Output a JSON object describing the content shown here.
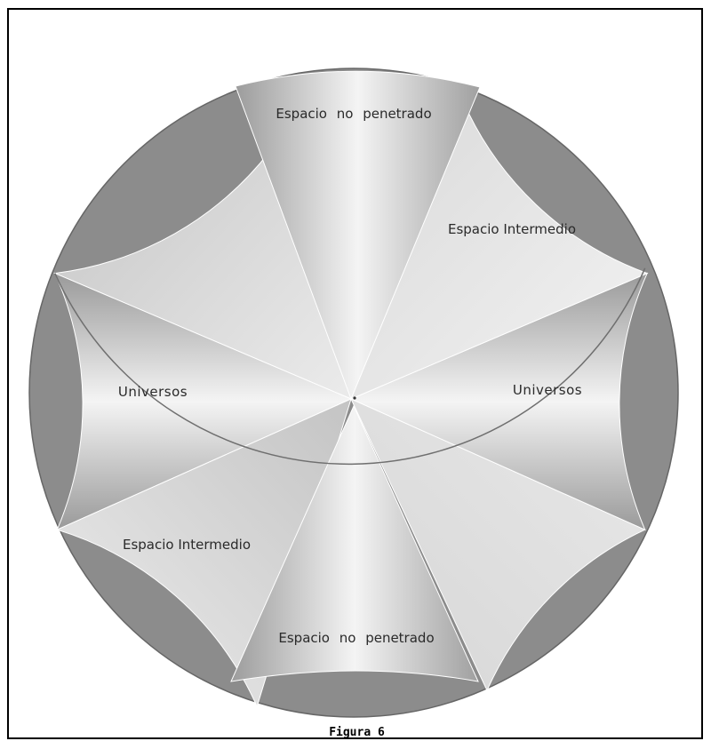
{
  "figure": {
    "caption": "Figura 6",
    "colors": {
      "outline": "#777777",
      "shell_dark": "#8a8a8a",
      "sector_light": "#f2f2f2",
      "sector_mid": "#cfcfcf",
      "sector_dark": "#9a9a9a"
    },
    "sectors": [
      {
        "id": "top",
        "label": "Espacio no penetrado"
      },
      {
        "id": "upper-right",
        "label": "Espacio Intermedio"
      },
      {
        "id": "right",
        "label": "Universos"
      },
      {
        "id": "lower-right",
        "label": ""
      },
      {
        "id": "bottom",
        "label": "Espacio no penetrado"
      },
      {
        "id": "lower-left",
        "label": "Espacio Intermedio"
      },
      {
        "id": "left",
        "label": "Universos"
      },
      {
        "id": "upper-left",
        "label": ""
      }
    ]
  }
}
